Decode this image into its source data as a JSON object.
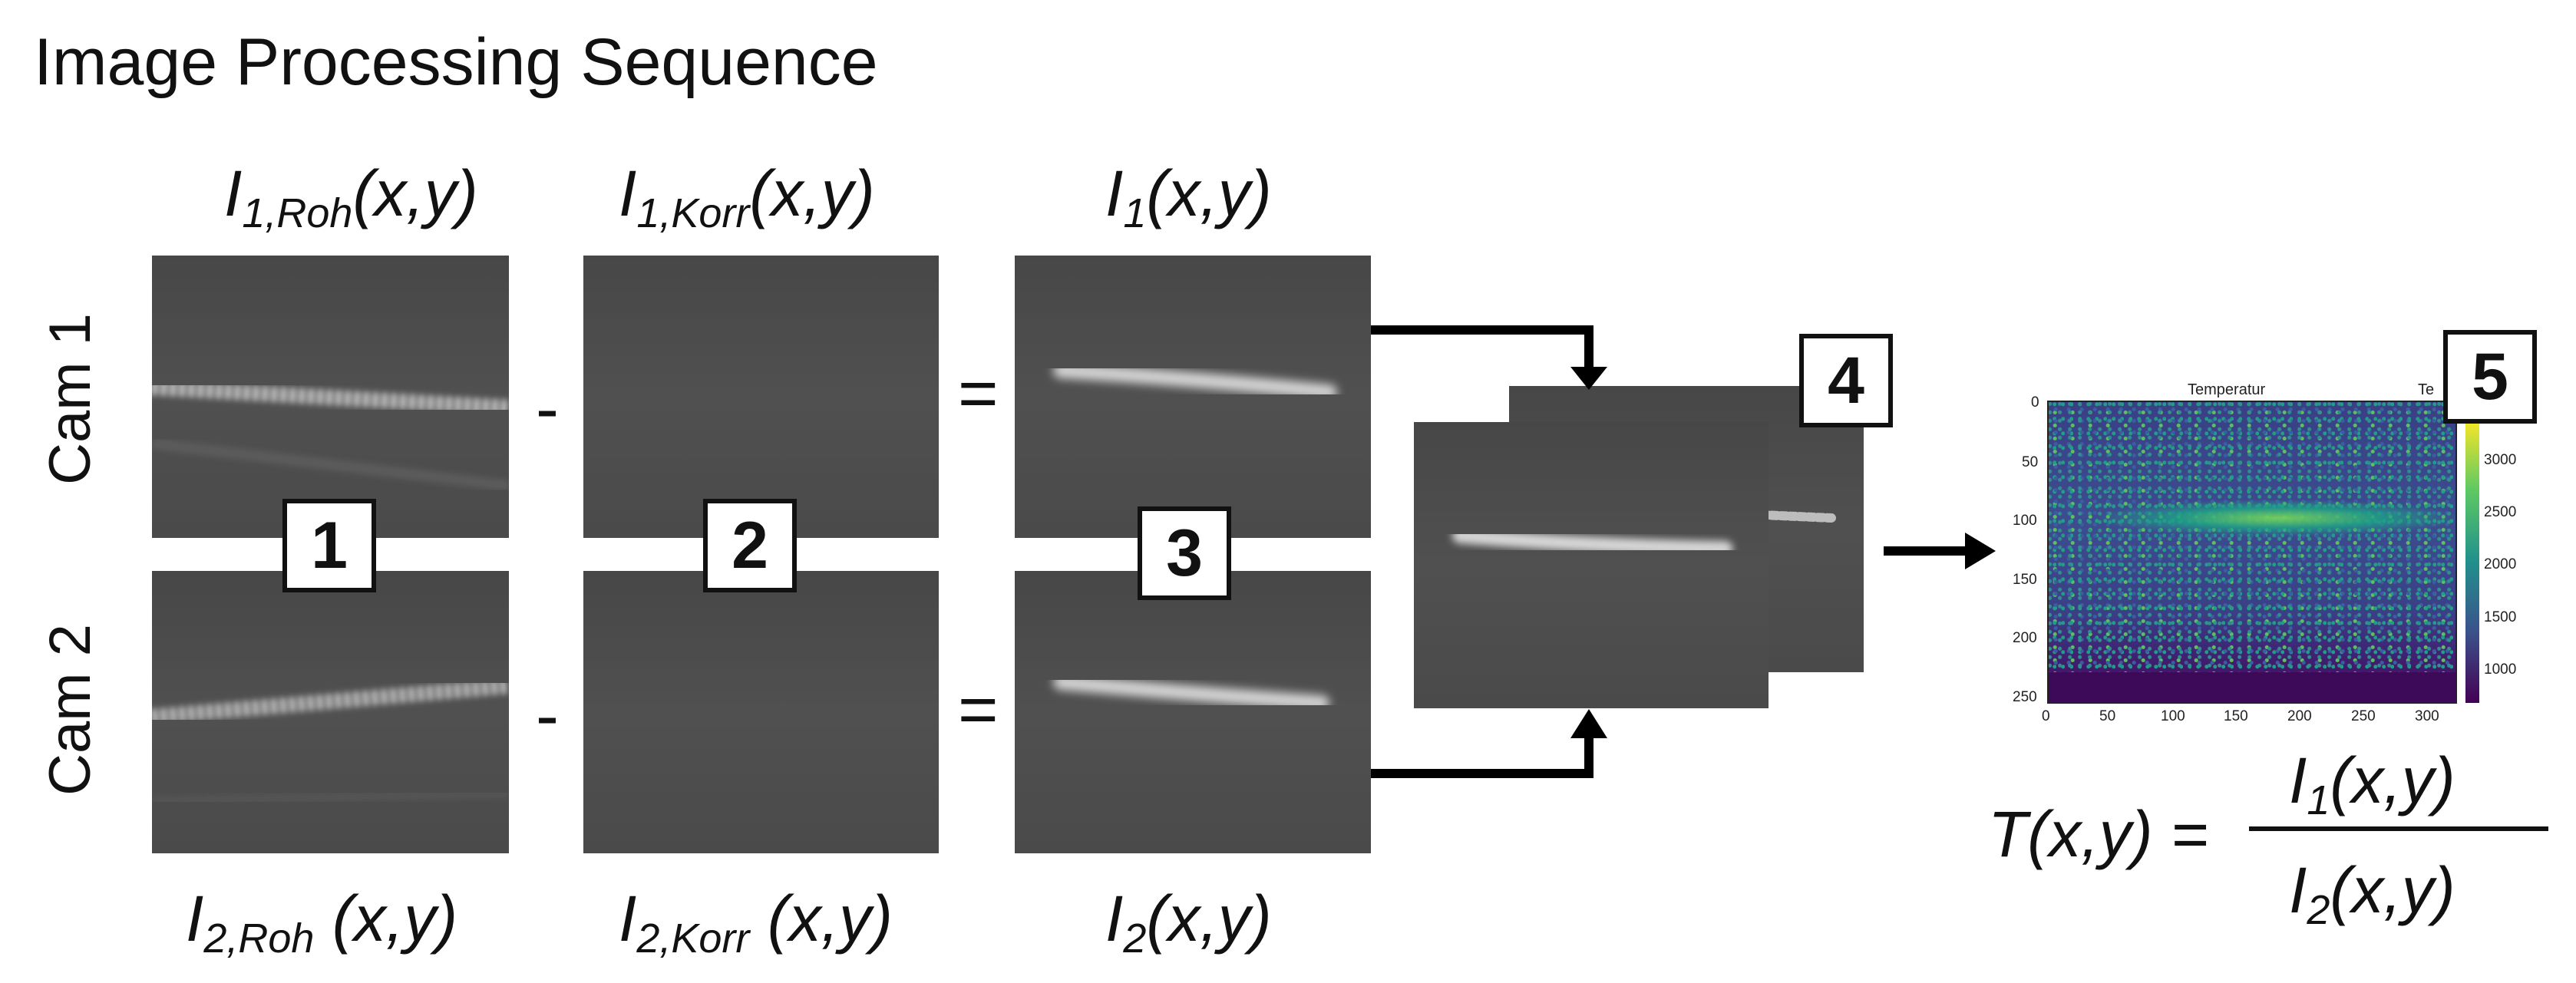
{
  "title": "Image Processing Sequence",
  "labels": {
    "top_raw": {
      "main": "I",
      "sub": "1,Roh",
      "args": "(x,y)"
    },
    "top_corr": {
      "main": "I",
      "sub": "1,Korr",
      "args": "(x,y)"
    },
    "top_result": {
      "main": "I",
      "sub": "1",
      "args": "(x,y)"
    },
    "bottom_raw": {
      "main": "I",
      "sub": "2,Roh",
      "args": " (x,y)"
    },
    "bottom_corr": {
      "main": "I",
      "sub": "2,Korr",
      "args": " (x,y)"
    },
    "bottom_result": {
      "main": "I",
      "sub": "2",
      "args": "(x,y)"
    }
  },
  "cameras": {
    "cam1": "Cam 1",
    "cam2": "Cam 2"
  },
  "operators": {
    "minus": "-",
    "equals": "="
  },
  "steps": [
    "1",
    "2",
    "3",
    "4",
    "5"
  ],
  "plot": {
    "title": "Temperatur",
    "title_right_cut": "Te",
    "x_ticks": [
      "0",
      "50",
      "100",
      "150",
      "200",
      "250",
      "300"
    ],
    "y_ticks": [
      "0",
      "50",
      "100",
      "150",
      "200",
      "250"
    ],
    "colorbar_ticks": [
      "3000",
      "2500",
      "2000",
      "1500",
      "1000"
    ]
  },
  "formula": {
    "lhs": "T(x,y) =",
    "numerator": {
      "main": "I",
      "sub": "1",
      "args": "(x,y)"
    },
    "denominator": {
      "main": "I",
      "sub": "2",
      "args": "(x,y)"
    }
  }
}
